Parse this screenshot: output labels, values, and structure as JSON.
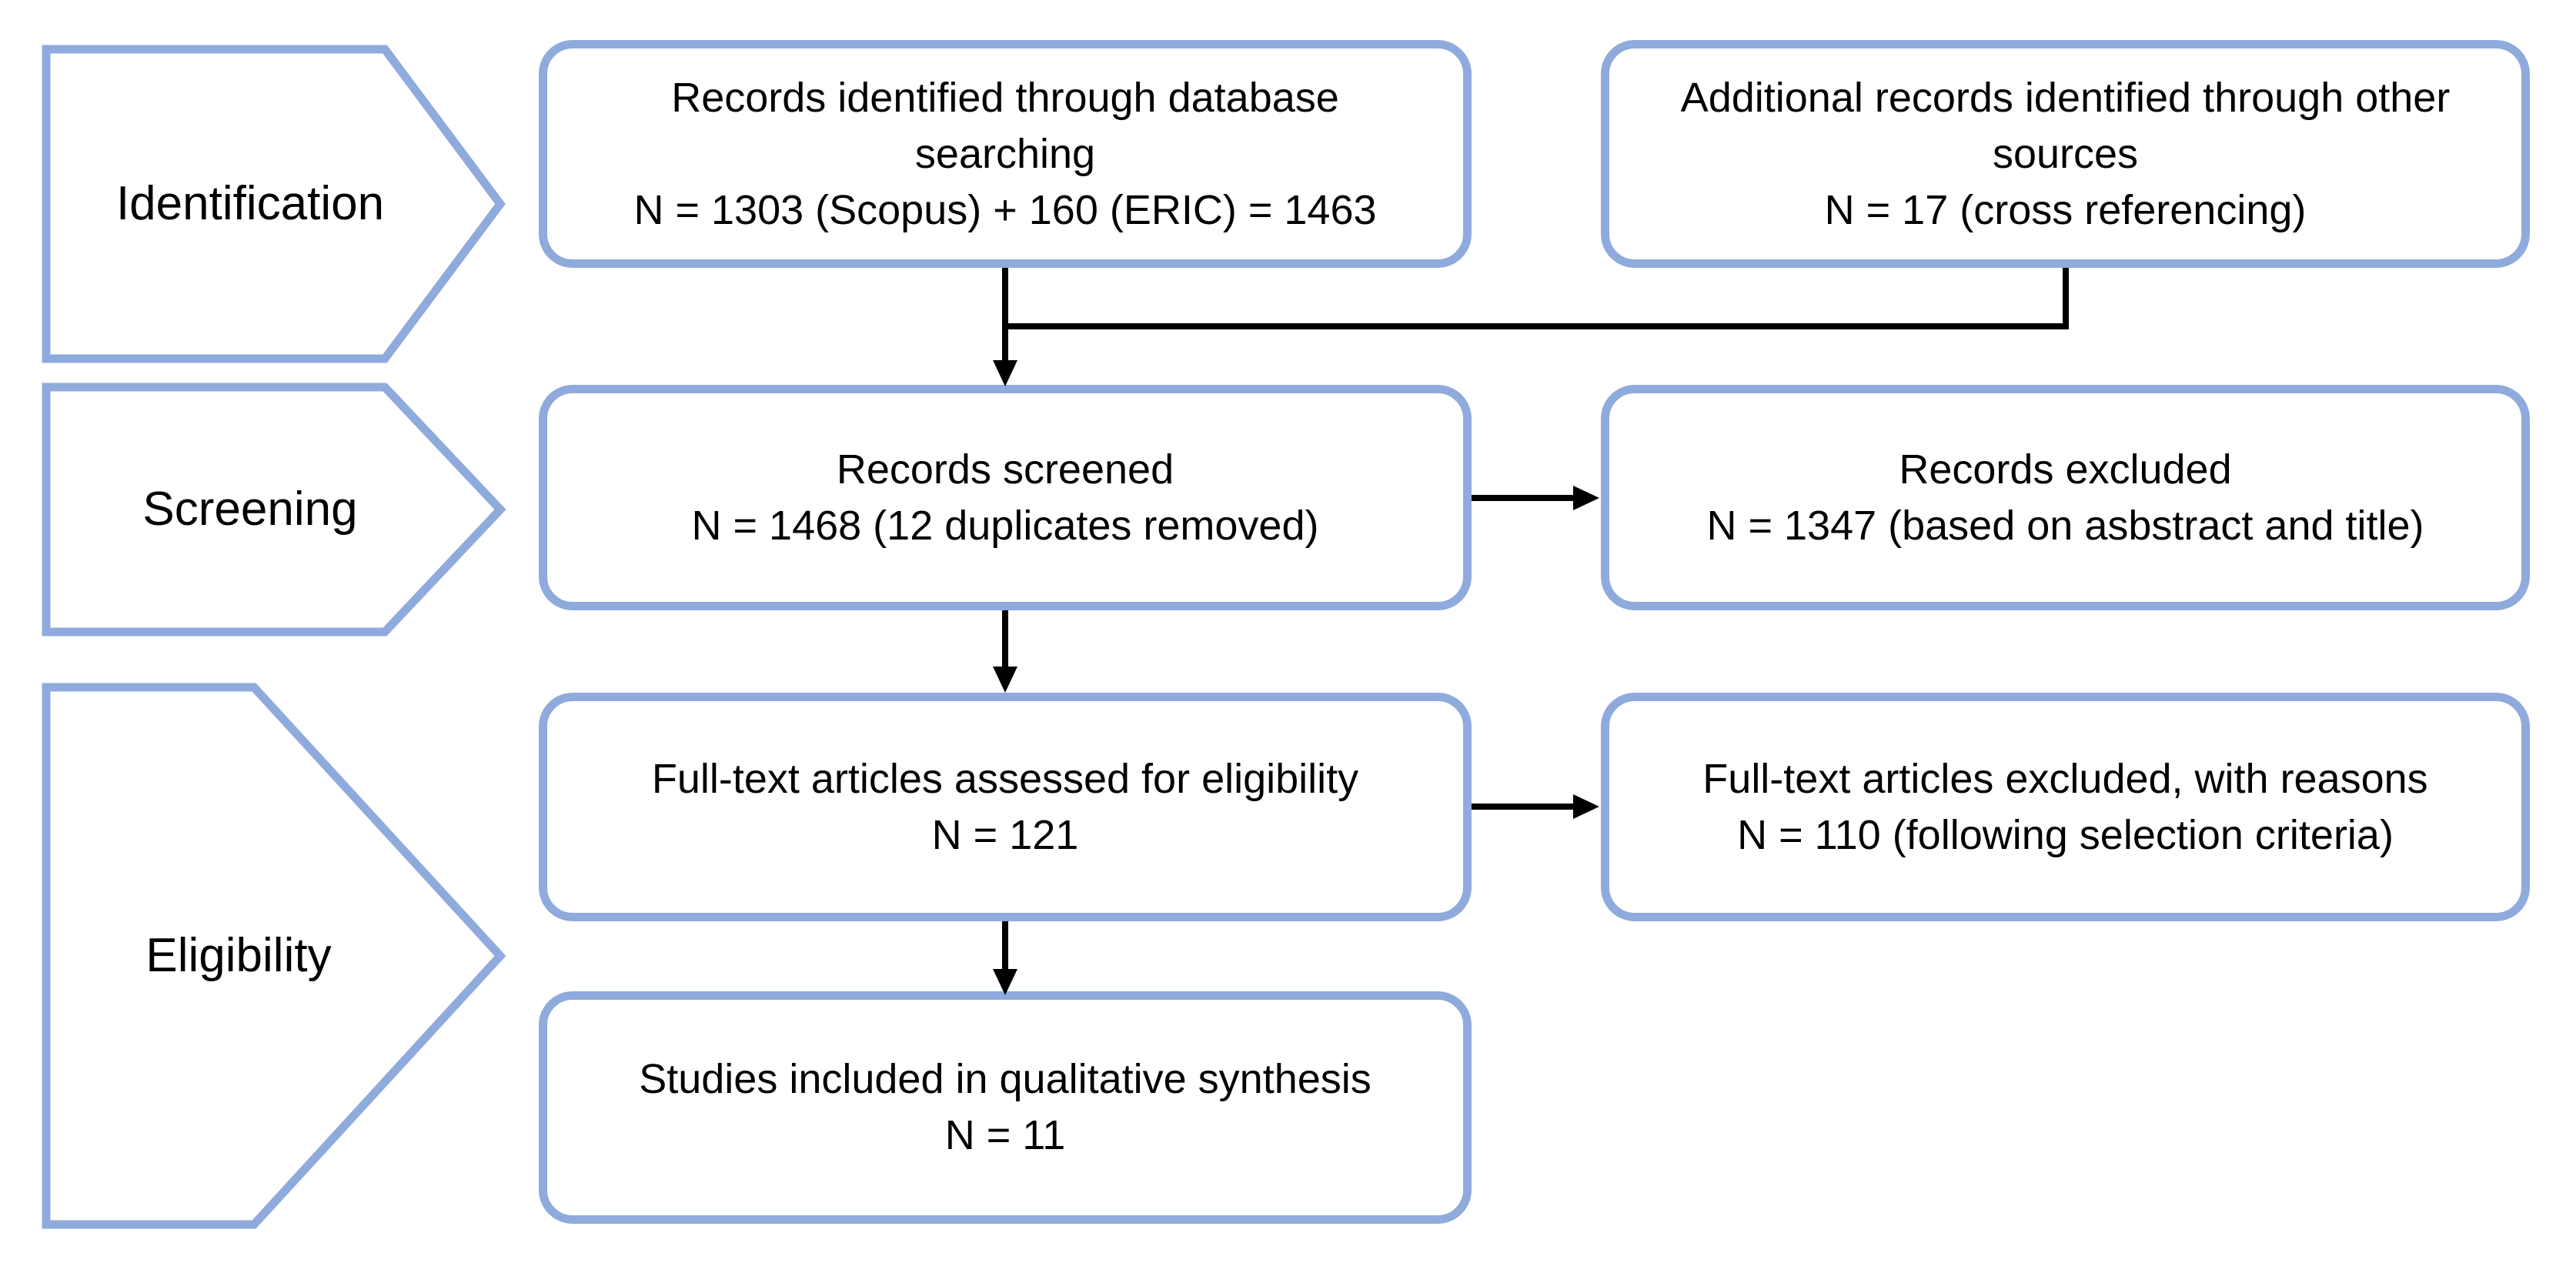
{
  "palette": {
    "shape_border": "#8faadc",
    "arrow": "#000000",
    "text": "#000000",
    "background": "#ffffff"
  },
  "stages": {
    "identification": {
      "label": "Identification"
    },
    "screening": {
      "label": "Screening"
    },
    "eligibility": {
      "label": "Eligibility"
    }
  },
  "boxes": {
    "database_search": {
      "lines": [
        "Records identified through database",
        "searching",
        "N = 1303 (Scopus) + 160 (ERIC) = 1463"
      ]
    },
    "additional_sources": {
      "lines": [
        "Additional records identified through other",
        "sources",
        "N = 17 (cross referencing)"
      ]
    },
    "records_screened": {
      "lines": [
        "Records screened",
        "N = 1468 (12 duplicates removed)"
      ]
    },
    "records_excluded": {
      "lines": [
        "Records excluded",
        "N = 1347 (based on asbstract and title)"
      ]
    },
    "fulltext_assessed": {
      "lines": [
        "Full-text articles assessed for eligibility",
        "N = 121"
      ]
    },
    "fulltext_excluded": {
      "lines": [
        "Full-text articles excluded, with reasons",
        "N = 110 (following selection criteria)"
      ]
    },
    "studies_included": {
      "lines": [
        "Studies included in qualitative synthesis",
        "N = 11"
      ]
    }
  }
}
